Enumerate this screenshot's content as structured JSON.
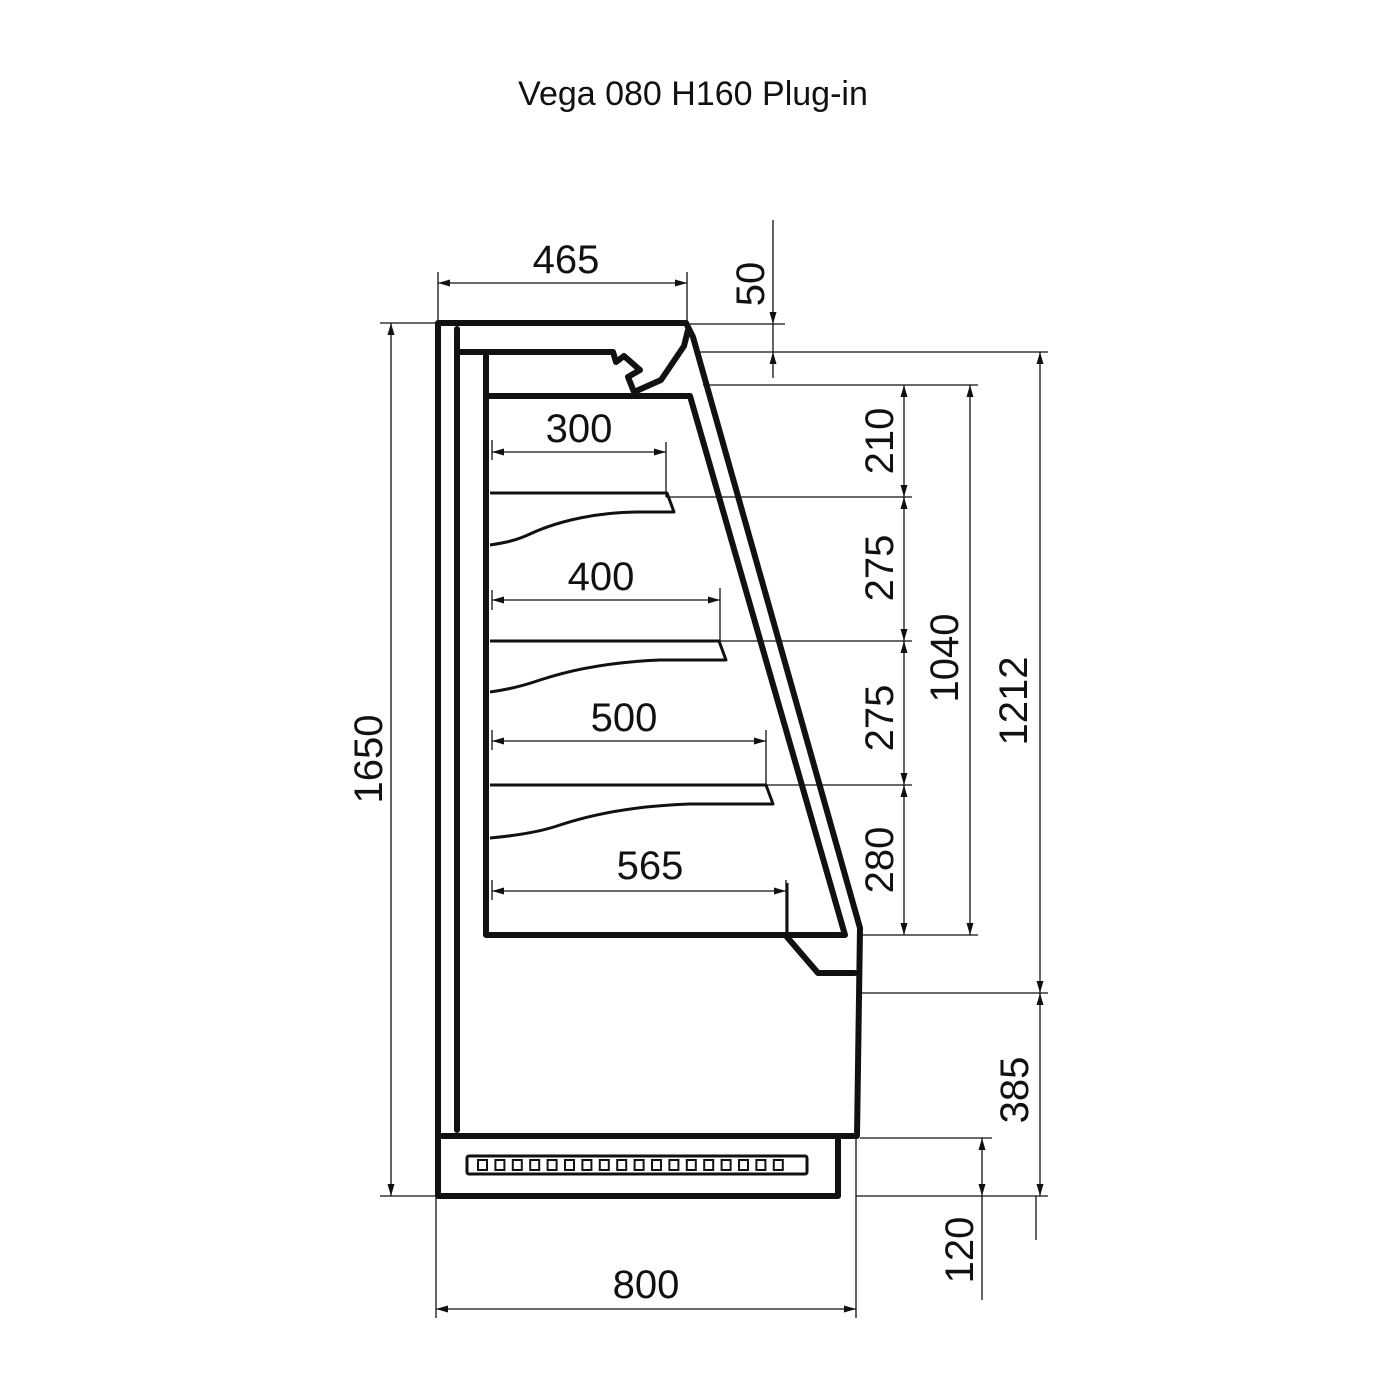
{
  "title": "Vega 080 H160 Plug-in",
  "dimensions": {
    "top_depth": "465",
    "top_offset": "50",
    "total_height": "1650",
    "total_width": "800",
    "shelf_1_depth": "300",
    "shelf_2_depth": "400",
    "shelf_3_depth": "500",
    "shelf_4_depth": "565",
    "shelf_gap_1": "210",
    "shelf_gap_2": "275",
    "shelf_gap_3": "275",
    "shelf_gap_4": "280",
    "display_height": "1040",
    "front_height": "1212",
    "base_front_height": "385",
    "plinth_height": "120"
  }
}
